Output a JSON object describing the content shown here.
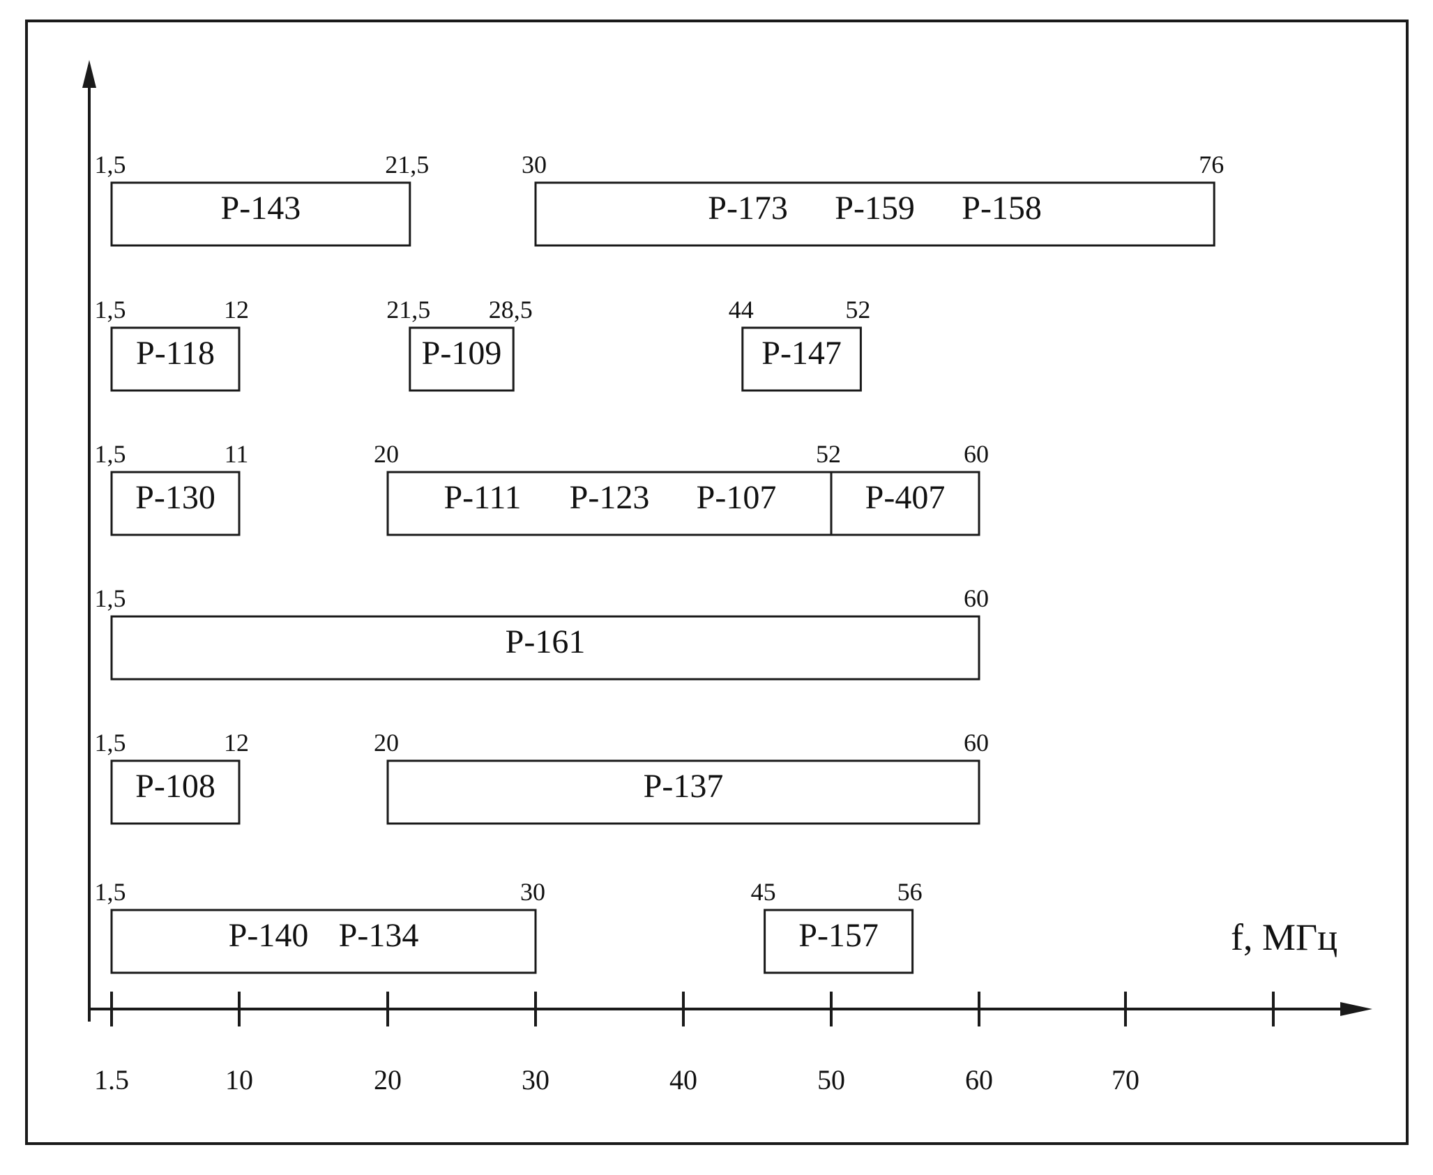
{
  "diagram": {
    "axis_label": "f, МГц",
    "x_ticks": [
      {
        "value": 1.5,
        "label": "1.5"
      },
      {
        "value": 10,
        "label": "10"
      },
      {
        "value": 20,
        "label": "20"
      },
      {
        "value": 30,
        "label": "30"
      },
      {
        "value": 40,
        "label": "40"
      },
      {
        "value": 50,
        "label": "50"
      },
      {
        "value": 60,
        "label": "60"
      },
      {
        "value": 70,
        "label": "70"
      },
      {
        "value": 80,
        "label": ""
      }
    ],
    "rows": [
      {
        "bands": [
          {
            "start": 1.5,
            "end": 21.5,
            "start_label": "1,5",
            "end_label": "21,5",
            "names": [
              "Р-143"
            ]
          },
          {
            "start": 30,
            "end": 76,
            "start_label": "30",
            "end_label": "76",
            "names": [
              "Р-173",
              "Р-159",
              "Р-158"
            ]
          }
        ]
      },
      {
        "bands": [
          {
            "start": 1.5,
            "end": 10,
            "start_label": "1,5",
            "end_label": "12",
            "names": [
              "Р-118"
            ]
          },
          {
            "start": 21.5,
            "end": 28.5,
            "start_label": "21,5",
            "end_label": "28,5",
            "names": [
              "Р-109"
            ]
          },
          {
            "start": 44,
            "end": 52,
            "start_label": "44",
            "end_label": "52",
            "names": [
              "Р-147"
            ]
          }
        ]
      },
      {
        "bands": [
          {
            "start": 1.5,
            "end": 10,
            "start_label": "1,5",
            "end_label": "11",
            "names": [
              "Р-130"
            ]
          },
          {
            "start": 20,
            "end": 50,
            "start_label": "20",
            "end_label": "52",
            "names": [
              "Р-111",
              "Р-123",
              "Р-107"
            ]
          },
          {
            "start": 50,
            "end": 60,
            "start_label": "",
            "end_label": "60",
            "names": [
              "Р-407"
            ]
          }
        ]
      },
      {
        "bands": [
          {
            "start": 1.5,
            "end": 60,
            "start_label": "1,5",
            "end_label": "60",
            "names": [
              "Р-161"
            ]
          }
        ]
      },
      {
        "bands": [
          {
            "start": 1.5,
            "end": 10,
            "start_label": "1,5",
            "end_label": "12",
            "names": [
              "Р-108"
            ]
          },
          {
            "start": 20,
            "end": 60,
            "start_label": "20",
            "end_label": "60",
            "names": [
              "Р-137"
            ]
          }
        ]
      },
      {
        "bands": [
          {
            "start": 1.5,
            "end": 30,
            "start_label": "1,5",
            "end_label": "30",
            "names": [
              "Р-140",
              "Р-134"
            ]
          },
          {
            "start": 45.5,
            "end": 55.5,
            "start_label": "45",
            "end_label": "56",
            "names": [
              "Р-157"
            ]
          }
        ]
      }
    ]
  }
}
